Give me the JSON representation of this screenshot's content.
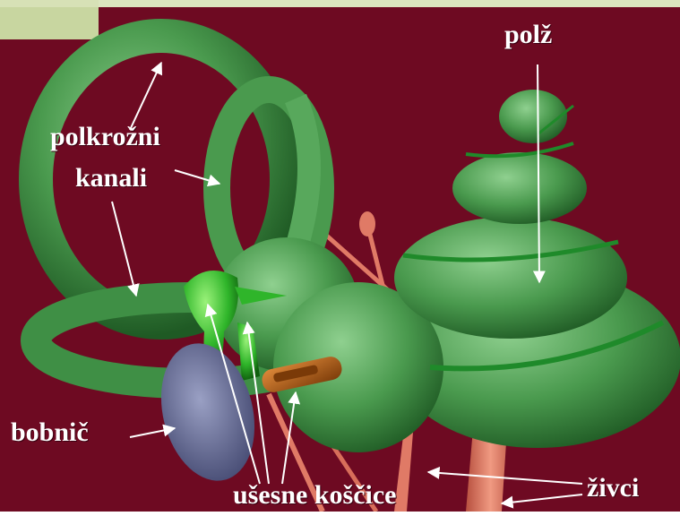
{
  "labels": {
    "polkrozni_line1": "polkrožni",
    "polkrozni_line2": "kanali",
    "polz": "polž",
    "bobnic": "bobnič",
    "usesne_koscice": "ušesne koščice",
    "zivci": "živci"
  },
  "colors": {
    "background": "#6e0a22",
    "top_band": "#c8d6a0",
    "label_text": "#ffffff",
    "canal_green": "#4a9a4e",
    "cochlea_green": "#3f8f45",
    "ossicle_green": "#2fb52a",
    "eardrum": "#5c628a",
    "nerve": "#e07a66",
    "stapes": "#b85a10"
  }
}
